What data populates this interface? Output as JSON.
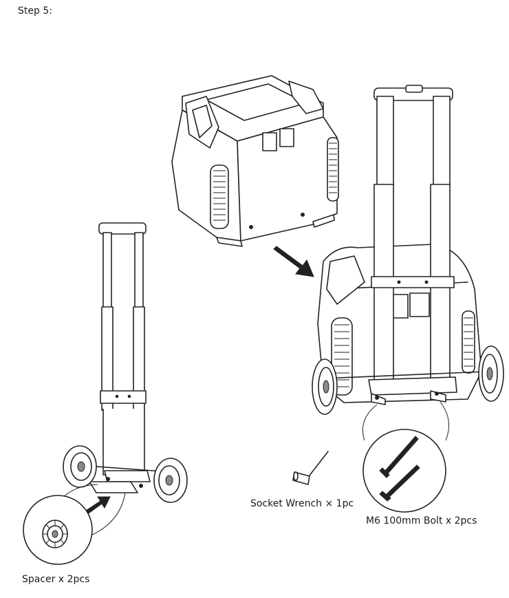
{
  "step_title": "Step 5:",
  "labels": {
    "socket_wrench": "Socket Wrench × 1pc",
    "bolt": "M6 100mm Bolt x 2pcs",
    "spacer": "Spacer x 2pcs"
  },
  "icons": {
    "direction_arrow": "arrow-icon",
    "insert_arrow": "arrow-icon"
  }
}
